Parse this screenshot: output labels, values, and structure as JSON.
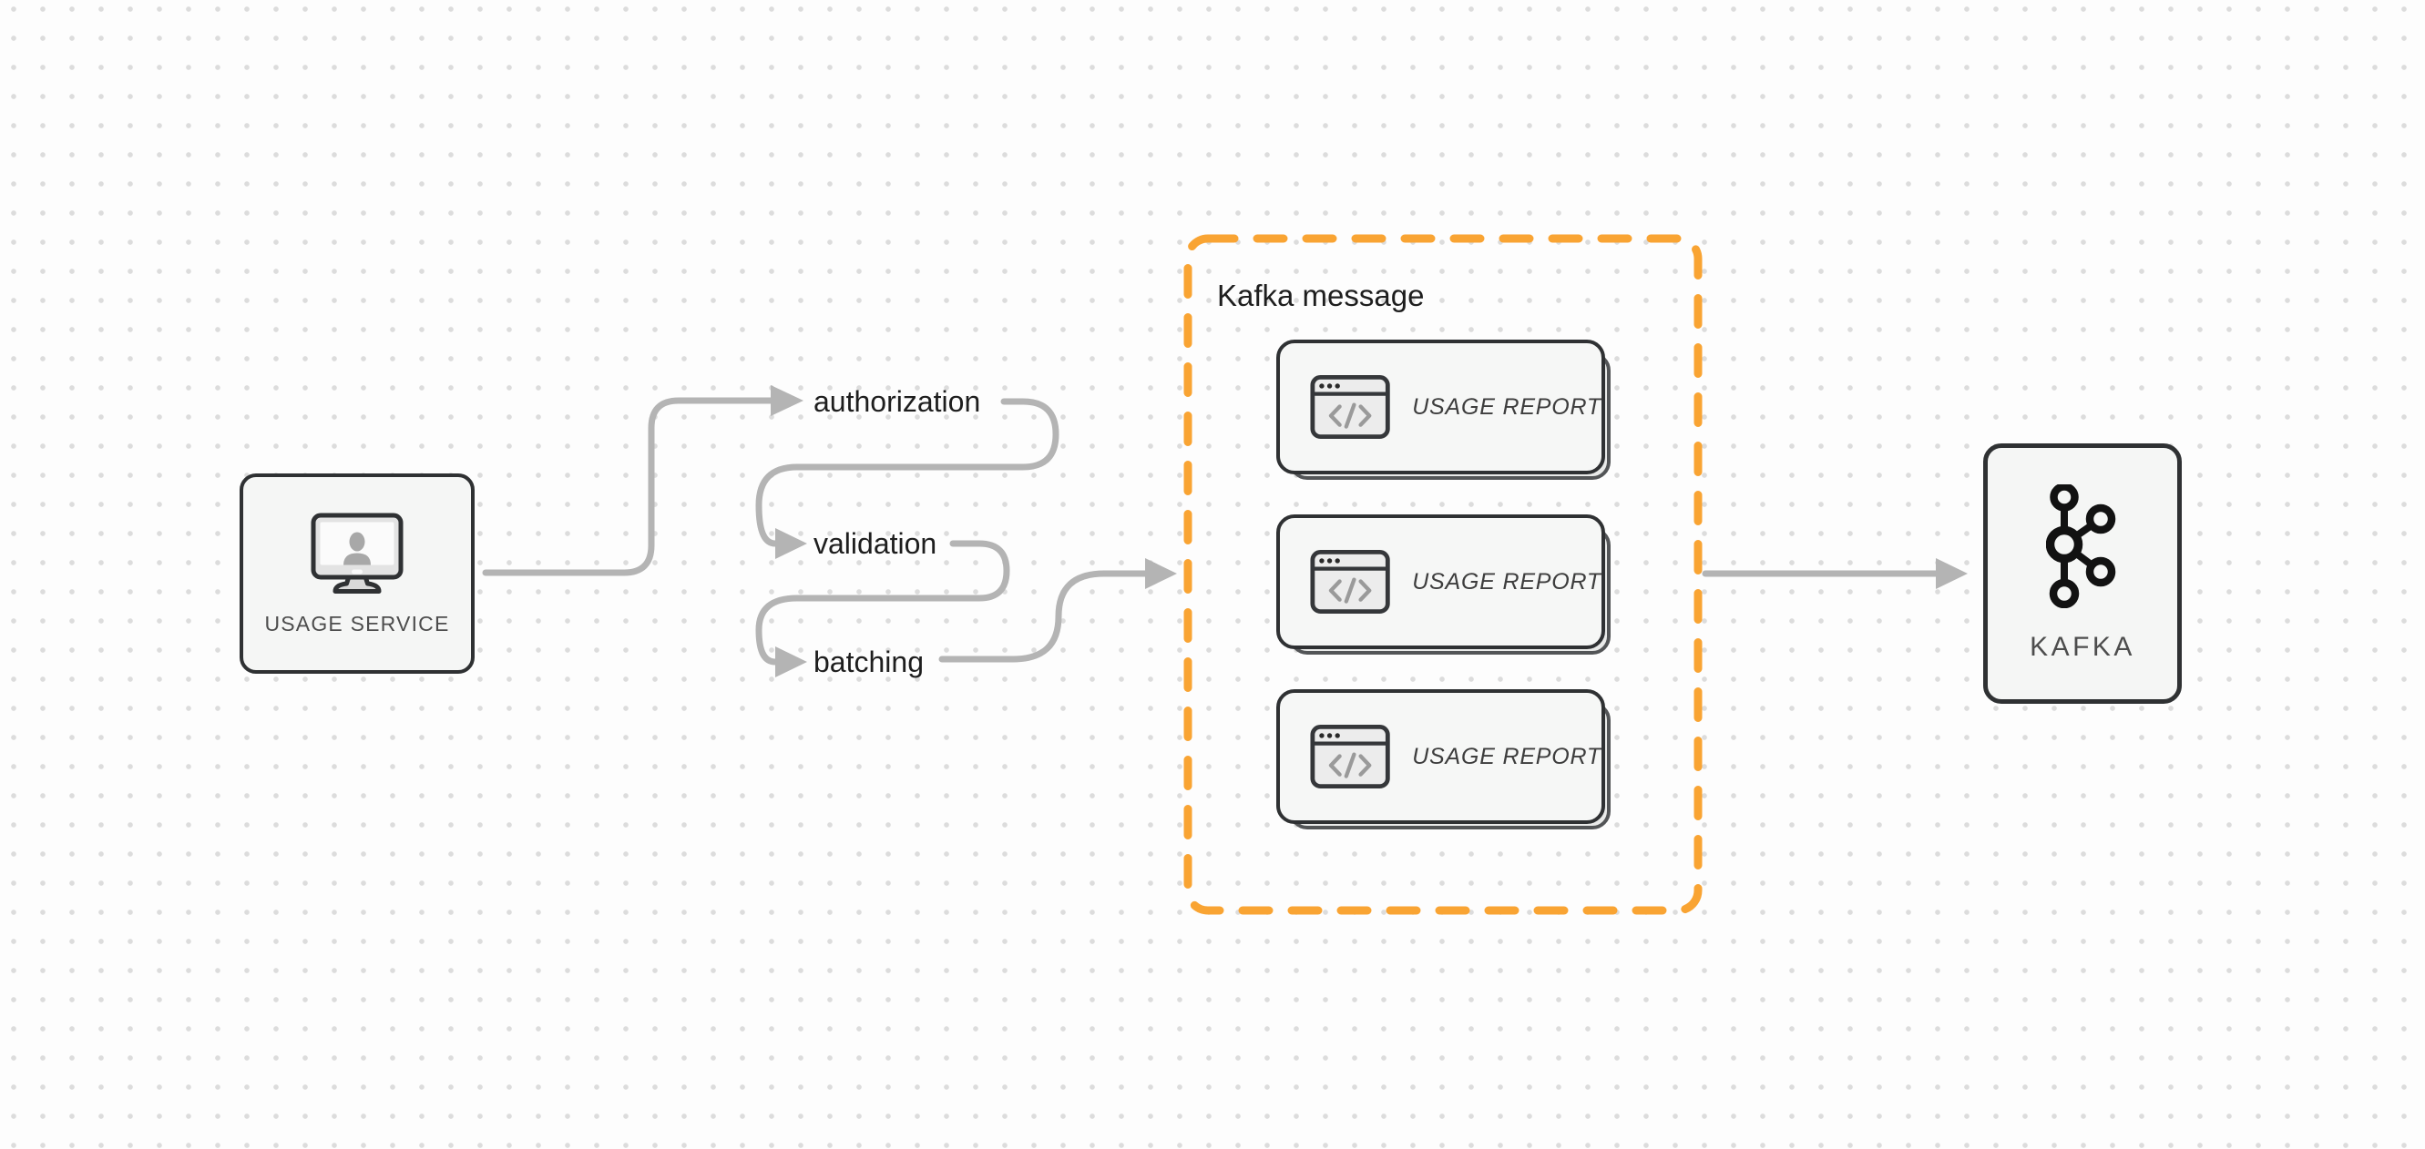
{
  "colors": {
    "accent_orange": "#F9A433",
    "arrow_gray": "#B4B4B4",
    "border_dark": "#2F3133",
    "node_background": "#F5F6F5",
    "dot_grid": "#DCDCDC"
  },
  "nodes": {
    "usage_service": {
      "label": "USAGE SERVICE",
      "icon": "monitor-user-icon"
    },
    "kafka": {
      "label": "KAFKA",
      "icon": "kafka-logo-icon"
    }
  },
  "steps": [
    {
      "label": "authorization"
    },
    {
      "label": "validation"
    },
    {
      "label": "batching"
    }
  ],
  "kafka_message": {
    "title": "Kafka message",
    "cards": [
      {
        "label": "USAGE REPORT",
        "icon": "code-window-icon"
      },
      {
        "label": "USAGE REPORT",
        "icon": "code-window-icon"
      },
      {
        "label": "USAGE REPORT",
        "icon": "code-window-icon"
      }
    ]
  }
}
